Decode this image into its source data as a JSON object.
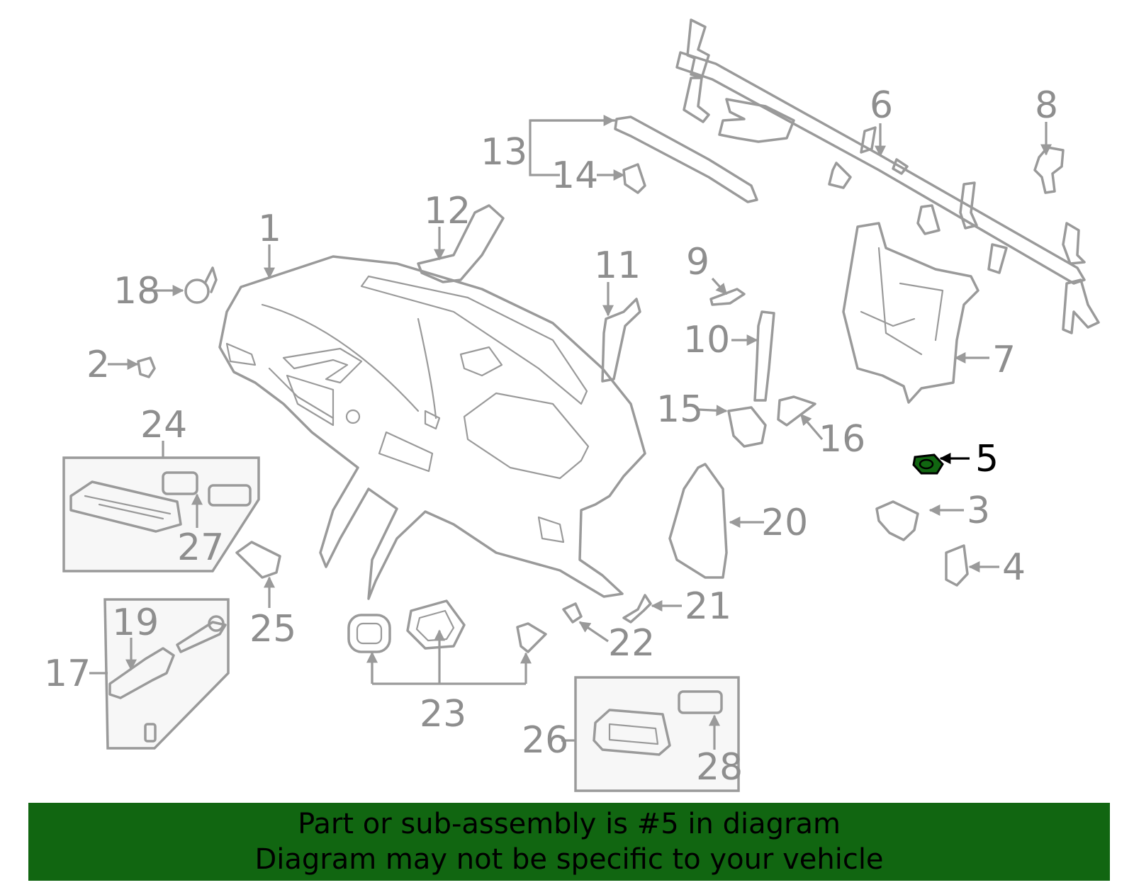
{
  "callouts": [
    "1",
    "2",
    "3",
    "4",
    "5",
    "6",
    "7",
    "8",
    "9",
    "10",
    "11",
    "12",
    "13",
    "14",
    "15",
    "16",
    "17",
    "18",
    "19",
    "20",
    "21",
    "22",
    "23",
    "24",
    "25",
    "26",
    "27",
    "28"
  ],
  "selected_part": "5",
  "highlight_color": "#116611",
  "banner": {
    "line1": "Part or sub-assembly is #5 in diagram",
    "line2": "Diagram may not be specific to your vehicle"
  }
}
